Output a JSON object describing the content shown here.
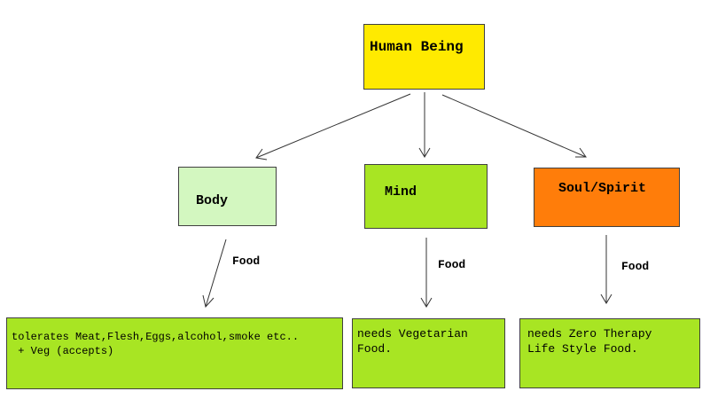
{
  "colors": {
    "human": "#ffea00",
    "body": "#d3f7c0",
    "mind": "#a8e523",
    "soul": "#ff7d0a",
    "leaf": "#a8e523",
    "line": "#333333"
  },
  "nodes": {
    "human": "Human Being",
    "body": "Body",
    "mind": "Mind",
    "soul": "Soul/Spirit"
  },
  "edge_labels": {
    "body": "Food",
    "mind": "Food",
    "soul": "Food"
  },
  "leaves": {
    "body": "tolerates Meat,Flesh,Eggs,alcohol,smoke etc..\n + Veg (accepts)",
    "mind": "needs Vegetarian\nFood.",
    "soul": "needs Zero Therapy\nLife Style Food."
  }
}
